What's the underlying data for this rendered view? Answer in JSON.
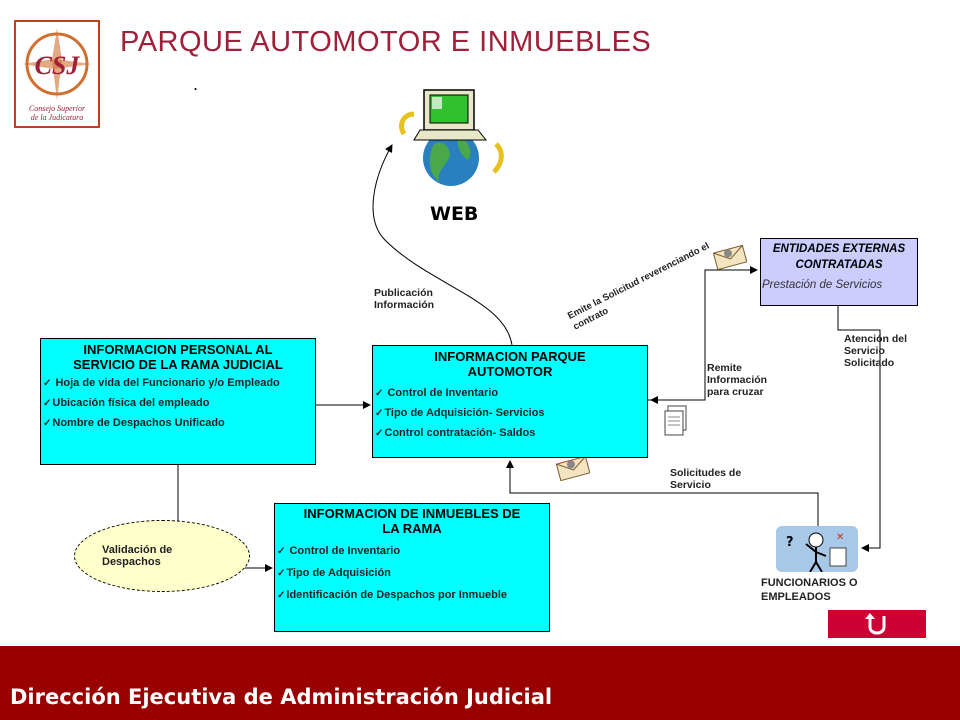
{
  "header": {
    "title": "PARQUE AUTOMOTOR E INMUEBLES",
    "dot": ".",
    "logo_text": "CSJ",
    "logo_subtitle_1": "Consejo Superior",
    "logo_subtitle_2": "de la Judicatura"
  },
  "web": {
    "label": "WEB"
  },
  "edges": {
    "publicacion_1": "Publicación",
    "publicacion_2": "Información",
    "emite_1": "Emite la Solicitud reverenciando el",
    "emite_2": "contrato",
    "remite_1": "Remite",
    "remite_2": "Información",
    "remite_3": "para cruzar",
    "atencion_1": "Atención del",
    "atencion_2": "Servicio",
    "atencion_3": "Solicitado",
    "solicitudes_1": "Solicitudes de",
    "solicitudes_2": "Servicio"
  },
  "box_personal": {
    "title_1": "INFORMACION PERSONAL AL",
    "title_2": "SERVICIO DE LA RAMA JUDICIAL",
    "items": [
      "Hoja de vida del Funcionario y/o Empleado",
      "Ubicación física del empleado",
      "Nombre de Despachos Unificado"
    ]
  },
  "box_parque": {
    "title_1": "INFORMACION PARQUE",
    "title_2": "AUTOMOTOR",
    "items": [
      "Control de Inventario",
      "Tipo de Adquisición- Servicios",
      "Control contratación- Saldos"
    ]
  },
  "box_inmuebles": {
    "title_1": "INFORMACION DE INMUEBLES DE",
    "title_2": "LA RAMA",
    "items": [
      "Control de Inventario",
      "Tipo de Adquisición",
      "Identificación de Despachos por Inmueble"
    ]
  },
  "box_externas": {
    "title_1": "ENTIDADES EXTERNAS",
    "title_2": "CONTRATADAS",
    "subtitle": "Prestación de Servicios"
  },
  "validacion": {
    "line_1": "Validación de",
    "line_2": "Despachos"
  },
  "funcionarios": {
    "line_1": "FUNCIONARIOS  O",
    "line_2": "EMPLEADOS"
  },
  "footer": {
    "text": "Dirección Ejecutiva de Administración Judicial"
  },
  "colors": {
    "title": "#a0203a",
    "footer": "#990000",
    "box": "#00ffff",
    "external": "#ccccff",
    "back_button": "#cc0033"
  },
  "icons": [
    "csj-logo",
    "computer-globe-icon",
    "envelope-icon",
    "documents-icon",
    "person-thinking-icon",
    "u-turn-back-icon"
  ]
}
